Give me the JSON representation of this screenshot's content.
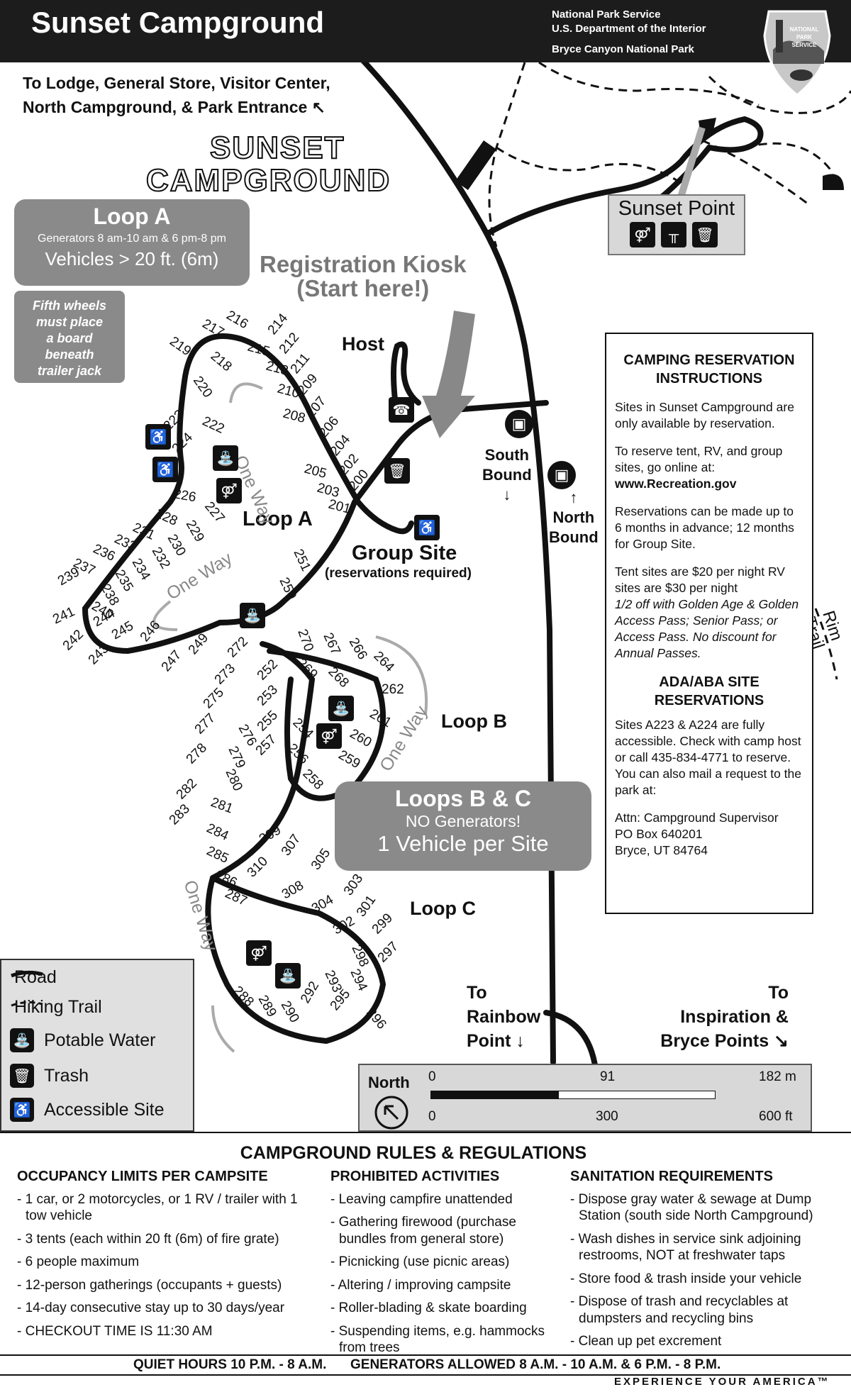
{
  "header": {
    "title": "Sunset Campground",
    "agency_line1": "National Park Service",
    "agency_line2": "U.S. Department of the Interior",
    "park_name": "Bryce Canyon National Park",
    "badge_text": "NATIONAL PARK SERVICE"
  },
  "map": {
    "directions_top": [
      "To Lodge, General Store, Visitor Center,",
      "North Campground, & Park Entrance ↖"
    ],
    "logo_line1": "SUNSET",
    "logo_line2": "CAMPGROUND",
    "loop_a_box": {
      "title": "Loop A",
      "generators": "Generators 8 am-10 am & 6 pm-8 pm",
      "vehicles": "Vehicles > 20 ft. (6m)"
    },
    "fifth_wheels_note": [
      "Fifth wheels",
      "must place",
      "a board",
      "beneath",
      "trailer jack"
    ],
    "registration_kiosk": [
      "Registration Kiosk",
      "(Start here!)"
    ],
    "host_label": "Host",
    "sunset_point": "Sunset Point",
    "south_bound": [
      "South",
      "Bound",
      "↓"
    ],
    "north_bound": [
      "↑",
      "North",
      "Bound"
    ],
    "loop_a_label": "Loop A",
    "loop_b_label": "Loop B",
    "loop_c_label": "Loop C",
    "group_site": "Group Site",
    "group_site_note": "(reservations required)",
    "one_way": "One Way",
    "rim_trail": "Rim Trail",
    "loops_bc_box": {
      "title": "Loops B & C",
      "no_generators": "NO Generators!",
      "vehicle": "1 Vehicle per Site"
    },
    "to_rainbow": [
      "To",
      "Rainbow",
      "Point ↓"
    ],
    "to_inspiration": [
      "To",
      "Inspiration &",
      "Bryce Points ↘"
    ],
    "loop_a_sites": [
      "200",
      "201",
      "202",
      "203",
      "204",
      "205",
      "206",
      "207",
      "208",
      "209",
      "210",
      "211",
      "212",
      "213",
      "214",
      "215",
      "216",
      "217",
      "218",
      "219",
      "220",
      "222",
      "223",
      "224",
      "226",
      "227",
      "228",
      "229",
      "230",
      "231",
      "232",
      "233",
      "234",
      "235",
      "236",
      "237",
      "238",
      "239",
      "240",
      "241",
      "242",
      "243",
      "244",
      "245",
      "246",
      "247",
      "249",
      "250",
      "251"
    ],
    "loop_b_sites": [
      "252",
      "253",
      "254",
      "255",
      "256",
      "257",
      "258",
      "259",
      "260",
      "261",
      "262",
      "264",
      "266",
      "267",
      "268",
      "269",
      "270",
      "272",
      "273",
      "275",
      "276",
      "277",
      "278",
      "279",
      "280"
    ],
    "loop_c_sites": [
      "281",
      "282",
      "283",
      "284",
      "285",
      "286",
      "287",
      "288",
      "289",
      "290",
      "292",
      "293",
      "294",
      "295",
      "296",
      "297",
      "298",
      "299",
      "301",
      "302",
      "303",
      "304",
      "305",
      "307",
      "308",
      "309",
      "310"
    ]
  },
  "reservation": {
    "title": "CAMPING RESERVATION INSTRUCTIONS",
    "p1": "Sites in Sunset Campground are only available by reservation.",
    "p2a": "To reserve tent, RV, and group sites, go online at:",
    "p2b": "www.Recreation.gov",
    "p3": "Reservations can be made up to 6 months in advance; 12 months for Group Site.",
    "p4a": "Tent sites are $20 per night RV sites are $30 per night",
    "p4b": "1/2 off with Golden Age & Golden Access Pass; Senior Pass; or Access Pass. No discount for Annual Passes.",
    "ada_title": "ADA/ABA SITE RESERVATIONS",
    "p5": "Sites A223 & A224 are fully accessible. Check with camp host or call 435-834-4771 to reserve. You can also mail a request to the park at:",
    "address": [
      "Attn: Campground Supervisor",
      "PO Box 640201",
      "Bryce, UT 84764"
    ]
  },
  "legend": {
    "items": [
      {
        "label": "Road",
        "icon": "road-line-icon"
      },
      {
        "label": "Hiking Trail",
        "icon": "trail-line-icon"
      },
      {
        "label": "Potable Water",
        "icon": "water-faucet-icon"
      },
      {
        "label": "Trash",
        "icon": "trash-icon"
      },
      {
        "label": "Accessible Site",
        "icon": "wheelchair-icon"
      }
    ]
  },
  "scale": {
    "north": "North",
    "m0": "0",
    "m1": "91",
    "m2": "182 m",
    "f0": "0",
    "f1": "300",
    "f2": "600 ft"
  },
  "rules": {
    "title": "CAMPGROUND RULES & REGULATIONS",
    "occupancy": {
      "heading": "OCCUPANCY LIMITS PER CAMPSITE",
      "items": [
        "- 1 car, or 2 motorcycles, or 1 RV / trailer with 1 tow vehicle",
        "- 3 tents (each within 20 ft (6m) of fire grate)",
        "- 6 people maximum",
        "- 12-person gatherings (occupants + guests)",
        "- 14-day consecutive stay up to 30 days/year",
        "- CHECKOUT TIME IS 11:30 AM"
      ]
    },
    "prohibited": {
      "heading": "PROHIBITED ACTIVITIES",
      "items": [
        "- Leaving campfire unattended",
        "- Gathering firewood (purchase bundles from general store)",
        "- Picnicking (use picnic areas)",
        "- Altering / improving campsite",
        "- Roller-blading & skate boarding",
        "- Suspending items, e.g. hammocks from trees"
      ]
    },
    "sanitation": {
      "heading": "SANITATION REQUIREMENTS",
      "items": [
        "- Dispose gray water & sewage at Dump Station (south side North Campground)",
        "- Wash dishes in service sink adjoining restrooms, NOT at freshwater taps",
        "- Store food & trash inside your vehicle",
        "- Dispose of trash and recyclables at dumpsters and recycling bins",
        "- Clean up pet excrement"
      ]
    },
    "quiet_hours": "QUIET HOURS 10 P.M. - 8 A.M.",
    "generators": "GENERATORS ALLOWED 8 A.M. - 10 A.M. & 6 P.M. - 8 P.M.",
    "tagline": "EXPERIENCE YOUR AMERICA™"
  }
}
